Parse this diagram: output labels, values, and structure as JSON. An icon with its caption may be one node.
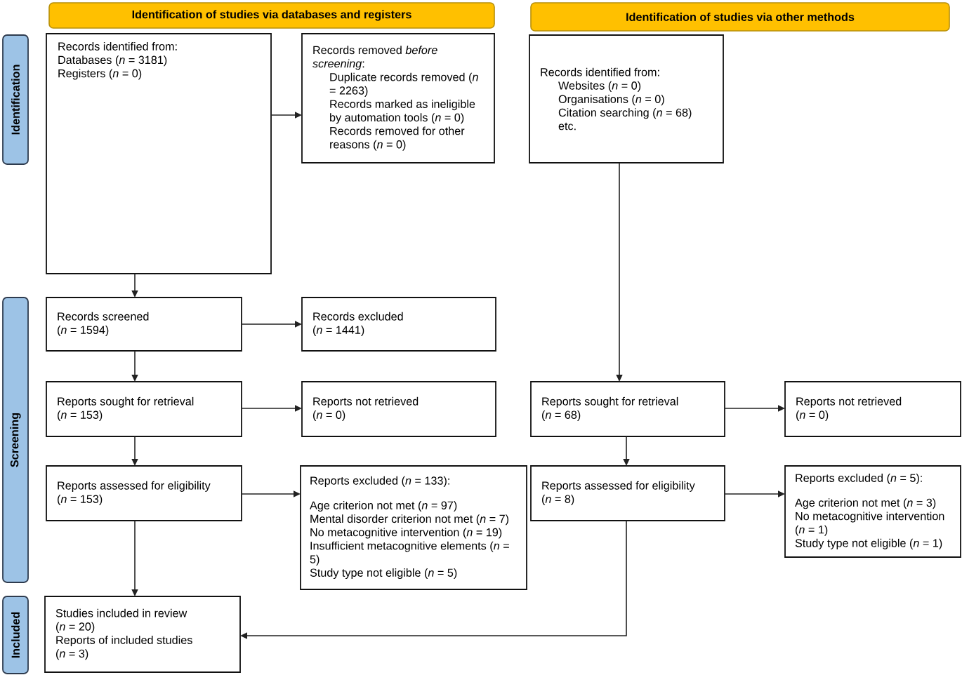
{
  "diagram": {
    "nodes": [
      {
        "text": [
          "Identification of studies via databases and registers"
        ]
      },
      {
        "text": [
          "Identification of studies via other methods"
        ]
      },
      {
        "text": [
          "Identification"
        ]
      },
      {
        "text": [
          "Records identified from:",
          "Databases (*n* = 3181)",
          "Registers (*n* = 0)"
        ]
      },
      {
        "text": [
          "Records removed *before screening*:",
          "Duplicate records removed (*n* = 2263)",
          "Records marked as ineligible by automation tools (*n* = 0)",
          "Records removed for other reasons (*n* = 0)"
        ]
      },
      {
        "text": [
          "Records identified from:",
          "Websites (*n* = 0)",
          "Organisations (*n* = 0)",
          "Citation searching (*n* = 68)",
          "etc."
        ]
      },
      {
        "text": [
          "Screening"
        ]
      },
      {
        "text": [
          "Records screened",
          "(*n* = 1594)"
        ]
      },
      {
        "text": [
          "Records excluded",
          "(*n* = 1441)"
        ]
      },
      {
        "text": [
          "Reports sought for retrieval",
          "(*n* = 153)"
        ]
      },
      {
        "text": [
          "Reports not retrieved",
          "(*n* = 0)"
        ]
      },
      {
        "text": [
          "Reports sought for retrieval",
          "(*n* = 68)"
        ]
      },
      {
        "text": [
          "Reports not retrieved",
          "(*n* = 0)"
        ]
      },
      {
        "text": [
          "Reports assessed for eligibility",
          "(*n* = 153)"
        ]
      },
      {
        "text": [
          "Reports excluded (*n* = 133):",
          "Age criterion not met (*n* = 97)",
          "Mental disorder criterion not met (*n* = 7)",
          "No metacognitive intervention (*n* = 19)",
          "Insufficient metacognitive elements (*n* = 5)",
          "Study type not eligible (*n* = 5)"
        ]
      },
      {
        "text": [
          "Reports assessed for eligibility",
          "(*n* = 8)"
        ]
      },
      {
        "text": [
          "Reports excluded (*n* = 5):",
          "Age criterion not met (*n* = 3)",
          "No metacognitive intervention (*n* = 1)",
          "Study type not eligible (*n* = 1)"
        ]
      },
      {
        "text": [
          "Included"
        ]
      },
      {
        "text": [
          "Studies included in review",
          "(*n* = 20)",
          "Reports of included studies",
          "(*n* = 3)"
        ]
      }
    ],
    "edges": [
      {
        "from": 3,
        "to": 4,
        "arrow": "to"
      },
      {
        "from": 3,
        "to": 7,
        "arrow": "to"
      },
      {
        "from": 7,
        "to": 8,
        "arrow": "to"
      },
      {
        "from": 7,
        "to": 9,
        "arrow": "to"
      },
      {
        "from": 9,
        "to": 10,
        "arrow": "to"
      },
      {
        "from": 9,
        "to": 13,
        "arrow": "to"
      },
      {
        "from": 13,
        "to": 14,
        "arrow": "to"
      },
      {
        "from": 13,
        "to": 18,
        "arrow": "to"
      },
      {
        "from": 5,
        "to": 11,
        "arrow": "to"
      },
      {
        "from": 11,
        "to": 12,
        "arrow": "to"
      },
      {
        "from": 11,
        "to": 15,
        "arrow": "to"
      },
      {
        "from": 15,
        "to": 16,
        "arrow": "to"
      },
      {
        "from": 15,
        "to": 18,
        "arrow": "to"
      }
    ]
  }
}
